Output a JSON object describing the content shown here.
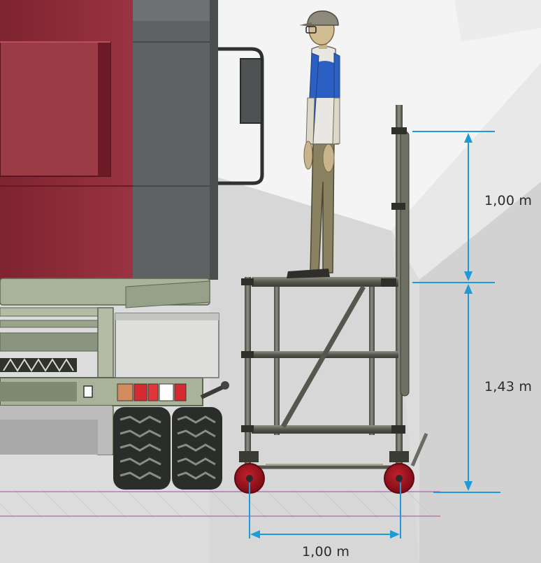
{
  "dimensions": {
    "guardrail_height": "1,00 m",
    "platform_height": "1,43 m",
    "wheelbase_width": "1,00 m"
  },
  "colors": {
    "dimension_line": "#1e9ad6",
    "vehicle_body": "#8f2b36",
    "vehicle_frame": "#a9b39a",
    "scaffold_wheel": "#a0101c",
    "warning_triangle": "#d6322c",
    "worker_shirt_sleeve": "#2b5fc2",
    "worker_trousers": "#8a8160"
  }
}
